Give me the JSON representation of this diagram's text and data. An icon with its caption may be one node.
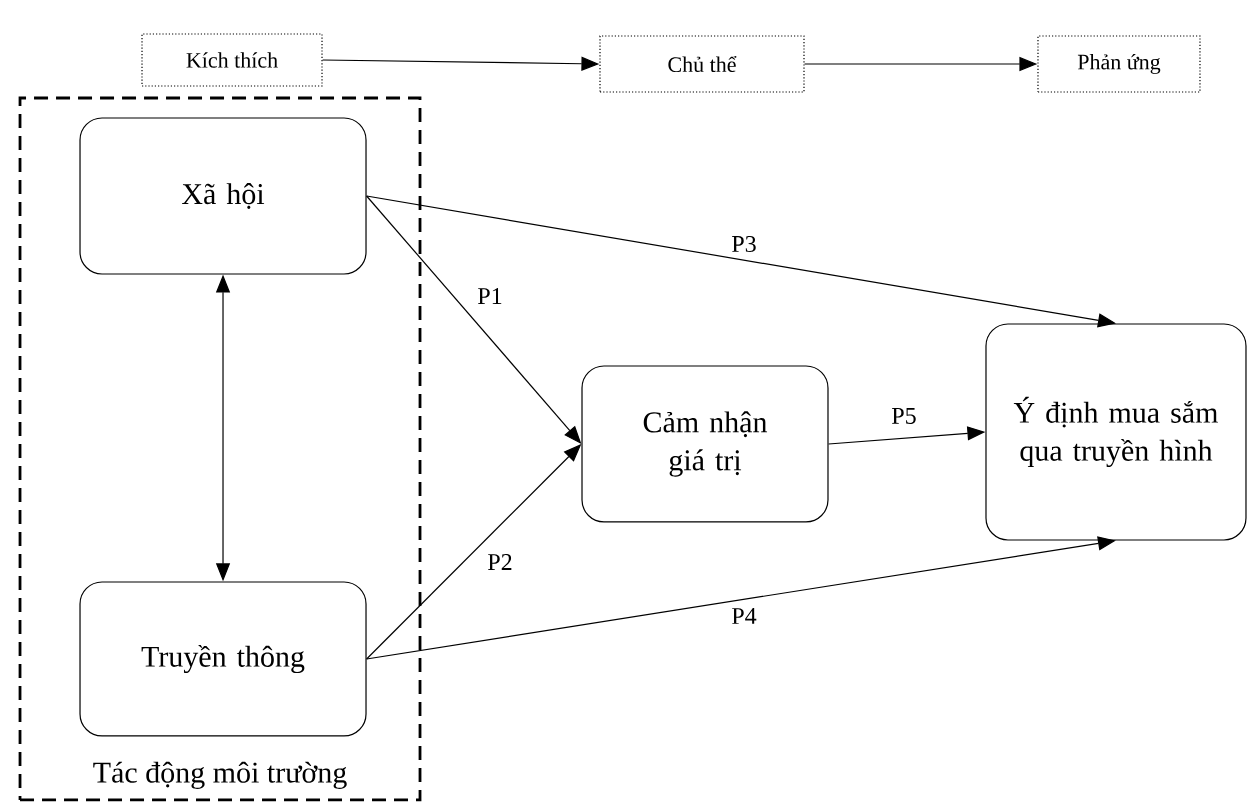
{
  "diagram": {
    "nodes": [
      {
        "text": [
          "Kích thích"
        ]
      },
      {
        "text": [
          "Chủ thể"
        ]
      },
      {
        "text": [
          "Phản ứng"
        ]
      },
      {
        "text": [
          "Tác động môi trường"
        ]
      },
      {
        "text": [
          "Xã hội"
        ],
        "in": 3
      },
      {
        "text": [
          "Truyền thông"
        ],
        "in": 3
      },
      {
        "text": [
          "Cảm nhận giá trị"
        ]
      },
      {
        "text": [
          "Ý định mua sắm qua truyền hình"
        ]
      }
    ],
    "edges": [
      {
        "from": 0,
        "to": 1,
        "arrow": "to"
      },
      {
        "from": 1,
        "to": 2,
        "arrow": "to"
      },
      {
        "from": 4,
        "to": 5,
        "arrow": "both"
      },
      {
        "from": 4,
        "to": 6,
        "arrow": "to",
        "label": "P1"
      },
      {
        "from": 5,
        "to": 6,
        "arrow": "to",
        "label": "P2"
      },
      {
        "from": 4,
        "to": 7,
        "arrow": "to",
        "label": "P3"
      },
      {
        "from": 5,
        "to": 7,
        "arrow": "to",
        "label": "P4"
      },
      {
        "from": 6,
        "to": 7,
        "arrow": "to",
        "label": "P5"
      }
    ]
  }
}
